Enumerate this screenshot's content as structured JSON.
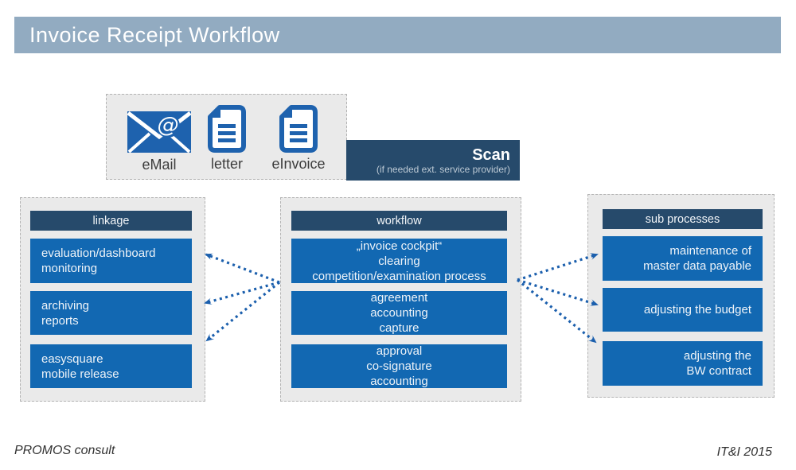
{
  "title": "Invoice Receipt Workflow",
  "sources": {
    "items": [
      {
        "label": "eMail",
        "icon": "email-envelope-icon"
      },
      {
        "label": "letter",
        "icon": "letter-document-icon"
      },
      {
        "label": "eInvoice",
        "icon": "einvoice-document-icon"
      }
    ]
  },
  "scan": {
    "title": "Scan",
    "subtitle": "(if needed ext. service provider)"
  },
  "columns": {
    "linkage": {
      "header": "linkage",
      "boxes": [
        "evaluation/dashboard\nmonitoring",
        "archiving\nreports",
        "easysquare\nmobile release"
      ]
    },
    "workflow": {
      "header": "workflow",
      "boxes": [
        "„invoice cockpit“\nclearing\ncompetition/examination process",
        "agreement\naccounting\ncapture",
        "approval\nco-signature\naccounting"
      ]
    },
    "sub_processes": {
      "header": "sub processes",
      "boxes": [
        "maintenance of\nmaster data payable",
        "adjusting the budget",
        "adjusting the\nBW contract"
      ]
    }
  },
  "footer": {
    "left": "PROMOS consult",
    "right": "IT&I 2015"
  },
  "colors": {
    "title_bar": "#92abc1",
    "header_box": "#264a6b",
    "content_box": "#1268b2",
    "panel_bg": "#eaeaea",
    "arrow": "#1b5fad",
    "icon_blue": "#1e62ae"
  }
}
